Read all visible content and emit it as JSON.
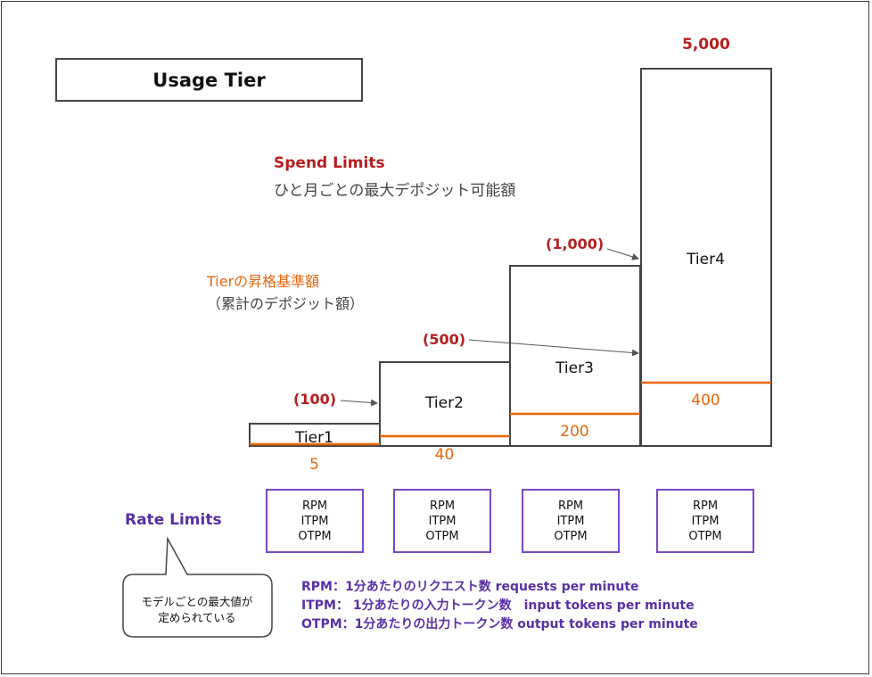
{
  "title": "Usage Tier",
  "spend_limits": {
    "heading": "Spend Limits",
    "description": "ひと月ごとの最大デポジット可能額"
  },
  "tier_threshold": {
    "heading": "Tierの昇格基準額",
    "description": "（累計のデポジット額）"
  },
  "tiers": [
    {
      "label": "Tier1",
      "threshold": "(100)",
      "spend_limit_label": "",
      "rate_value": "5"
    },
    {
      "label": "Tier2",
      "threshold": "(500)",
      "spend_limit_label": "",
      "rate_value": "40"
    },
    {
      "label": "Tier3",
      "threshold": "(1,000)",
      "spend_limit_label": "",
      "rate_value": "200"
    },
    {
      "label": "Tier4",
      "threshold": "",
      "spend_limit_label": "5,000",
      "rate_value": "400"
    }
  ],
  "rate_limits": {
    "heading": "Rate Limits",
    "box_lines": [
      "RPM",
      "ITPM",
      "OTPM"
    ],
    "bubble_lines": [
      "モデルごとの最大値が",
      "定められている"
    ]
  },
  "legend": [
    "RPM：1分あたりのリクエスト数 requests per minute",
    "ITPM： 1分あたりの入力トークン数　input tokens per minute",
    "OTPM：1分あたりの出力トークン数 output tokens per minute"
  ],
  "colors": {
    "spend": "#b3201f",
    "threshold": "#e8650a",
    "rate": "#5a2fa6",
    "outline": "#444444"
  }
}
